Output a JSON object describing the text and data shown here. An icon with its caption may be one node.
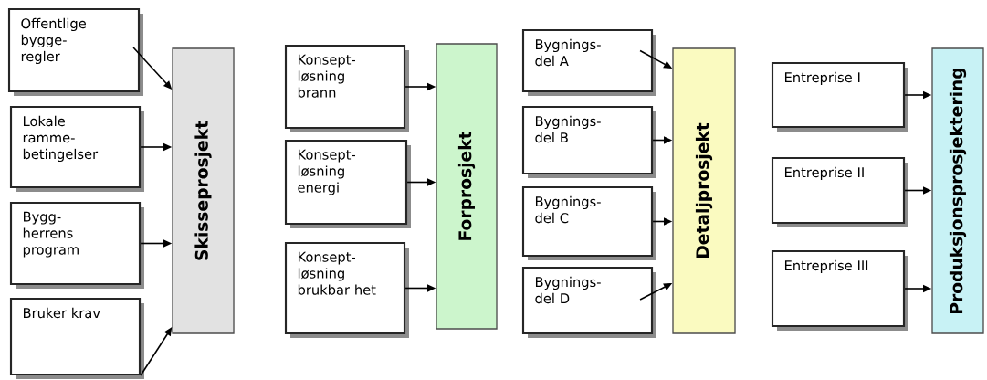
{
  "diagram": {
    "nodes": [
      {
        "text": [
          "Offentlige bygge- regler"
        ]
      },
      {
        "text": [
          "Lokale ramme- betingelser"
        ]
      },
      {
        "text": [
          "Bygg- herrens program"
        ]
      },
      {
        "text": [
          "Bruker krav"
        ]
      },
      {
        "text": [
          "Skisseprosjekt"
        ]
      },
      {
        "text": [
          "Konsept- løsning brann"
        ]
      },
      {
        "text": [
          "Konsept- løsning energi"
        ]
      },
      {
        "text": [
          "Konsept- løsning brukbar het"
        ]
      },
      {
        "text": [
          "Forprosjekt"
        ]
      },
      {
        "text": [
          "Bygnings- del A"
        ]
      },
      {
        "text": [
          "Bygnings- del B"
        ]
      },
      {
        "text": [
          "Bygnings- del C"
        ]
      },
      {
        "text": [
          "Bygnings- del D"
        ]
      },
      {
        "text": [
          "Detaljprosjekt"
        ]
      },
      {
        "text": [
          "Entreprise I"
        ]
      },
      {
        "text": [
          "Entreprise II"
        ]
      },
      {
        "text": [
          "Entreprise III"
        ]
      },
      {
        "text": [
          "Produksjonsprosjektering"
        ]
      }
    ],
    "edges": [
      {
        "from": 0,
        "to": 4,
        "arrow": "to"
      },
      {
        "from": 1,
        "to": 4,
        "arrow": "to"
      },
      {
        "from": 2,
        "to": 4,
        "arrow": "to"
      },
      {
        "from": 3,
        "to": 4,
        "arrow": "to"
      },
      {
        "from": 5,
        "to": 8,
        "arrow": "to"
      },
      {
        "from": 6,
        "to": 8,
        "arrow": "to"
      },
      {
        "from": 7,
        "to": 8,
        "arrow": "to"
      },
      {
        "from": 9,
        "to": 13,
        "arrow": "to"
      },
      {
        "from": 10,
        "to": 13,
        "arrow": "to"
      },
      {
        "from": 11,
        "to": 13,
        "arrow": "to"
      },
      {
        "from": 12,
        "to": 13,
        "arrow": "to"
      },
      {
        "from": 14,
        "to": 17,
        "arrow": "to"
      },
      {
        "from": 15,
        "to": 17,
        "arrow": "to"
      },
      {
        "from": 16,
        "to": 17,
        "arrow": "to"
      }
    ]
  }
}
